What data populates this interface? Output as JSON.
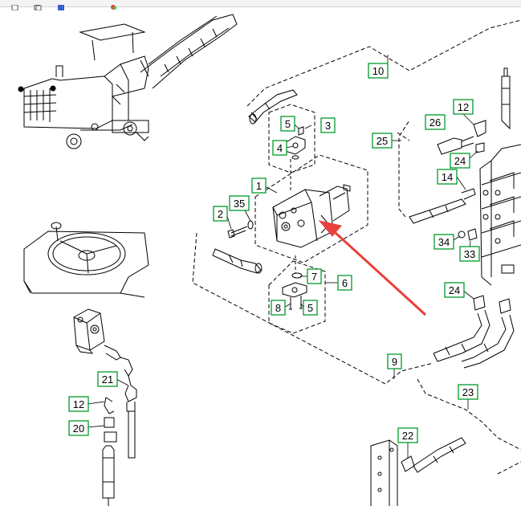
{
  "toolbar": {
    "buttons": [
      {
        "icon": "page-icon"
      },
      {
        "icon": "copy-icon"
      },
      {
        "icon": "save-icon"
      },
      {
        "icon": "color-icon"
      }
    ]
  },
  "callouts": {
    "c10": "10",
    "c5a": "5",
    "c3": "3",
    "c4": "4",
    "c1": "1",
    "c2": "2",
    "c35": "35",
    "c7": "7",
    "c6": "6",
    "c8": "8",
    "c5b": "5",
    "c9": "9",
    "c26": "26",
    "c12a": "12",
    "c25": "25",
    "c24a": "24",
    "c14": "14",
    "c34": "34",
    "c33": "33",
    "c24b": "24",
    "c23": "23",
    "c22": "22",
    "c21": "21",
    "c12b": "12",
    "c20": "20"
  },
  "colors": {
    "callout_border": "#009a2a",
    "arrow": "#e8403a",
    "line": "#000000"
  }
}
